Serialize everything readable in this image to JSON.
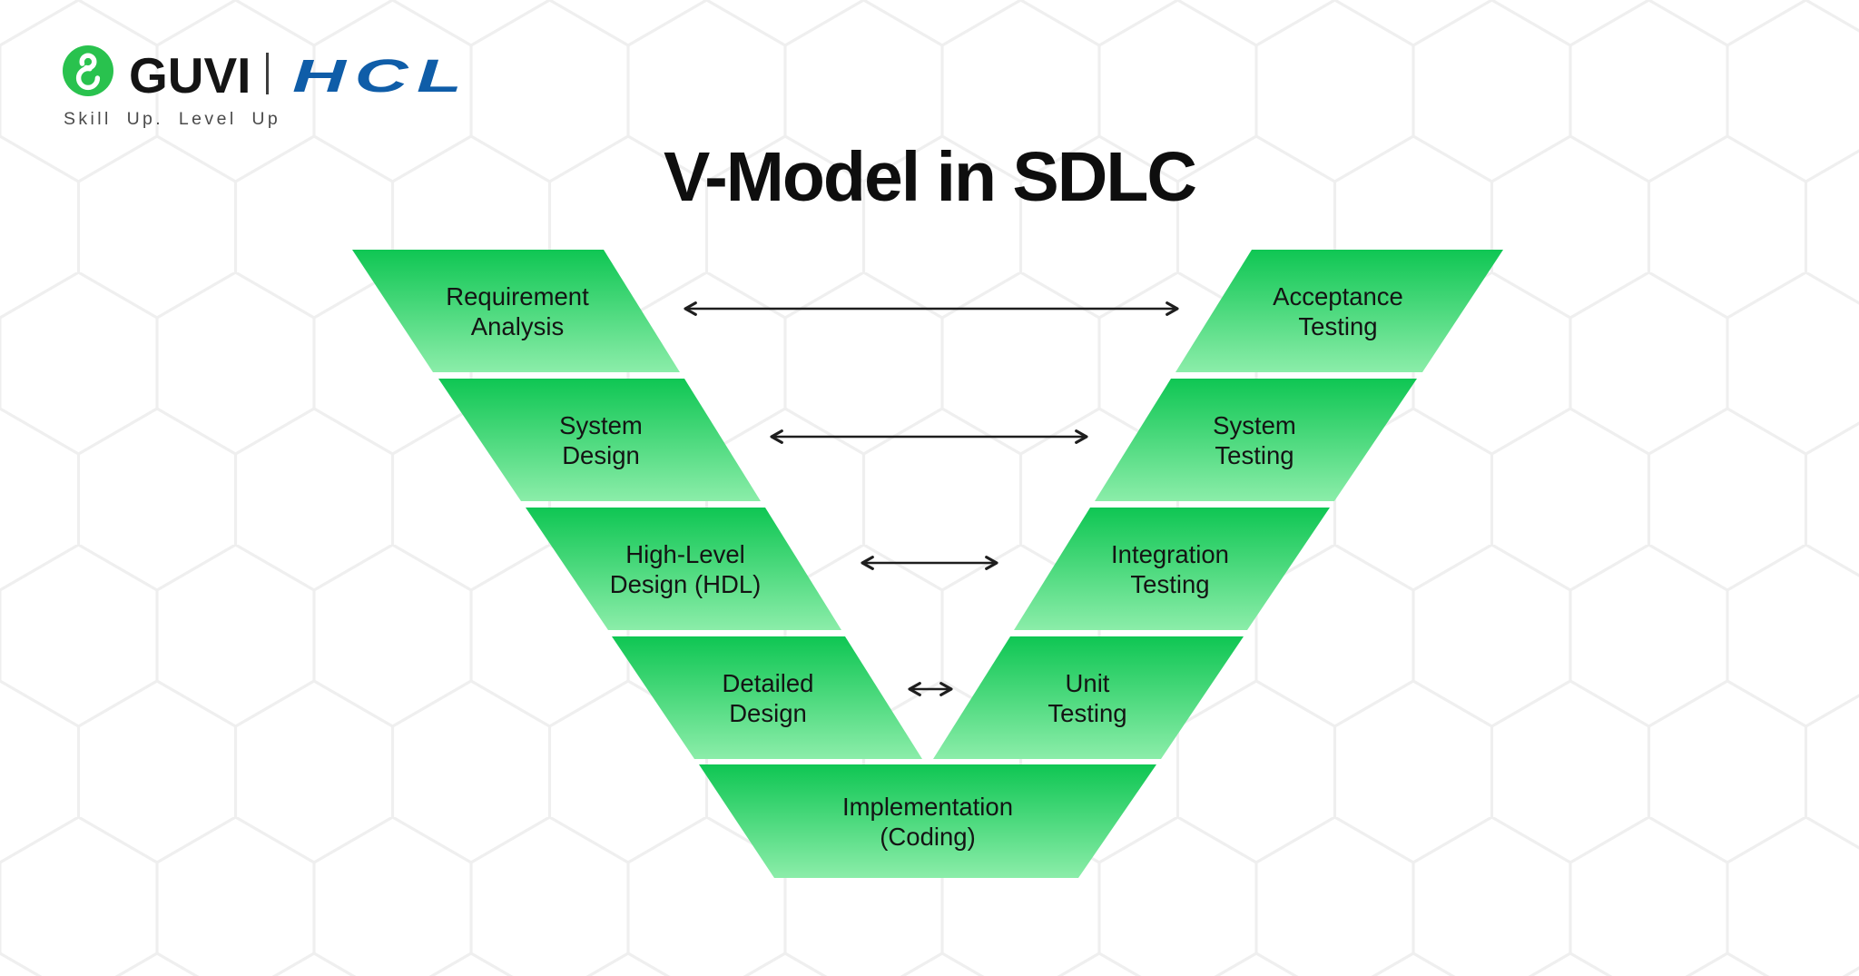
{
  "header": {
    "brand_guvi": "GUVI",
    "brand_hcl": "HCL",
    "tagline": "Skill Up. Level Up"
  },
  "title": "V-Model in SDLC",
  "diagram": {
    "left_stages": [
      {
        "line1": "Requirement",
        "line2": "Analysis"
      },
      {
        "line1": "System",
        "line2": "Design"
      },
      {
        "line1": "High-Level",
        "line2": "Design (HDL)"
      },
      {
        "line1": "Detailed",
        "line2": "Design"
      }
    ],
    "right_stages": [
      {
        "line1": "Acceptance",
        "line2": "Testing"
      },
      {
        "line1": "System",
        "line2": "Testing"
      },
      {
        "line1": "Integration",
        "line2": "Testing"
      },
      {
        "line1": "Unit",
        "line2": "Testing"
      }
    ],
    "bottom_stage": {
      "line1": "Implementation",
      "line2": "(Coding)"
    },
    "colors": {
      "stage_gradient_top": "#0fc653",
      "stage_gradient_bottom": "#8beda9",
      "arrow": "#1e1e1e",
      "stage_text": "#141414",
      "logo_green": "#29c24e",
      "hcl_blue": "#0f5da8",
      "pattern_line": "#efefef"
    }
  }
}
